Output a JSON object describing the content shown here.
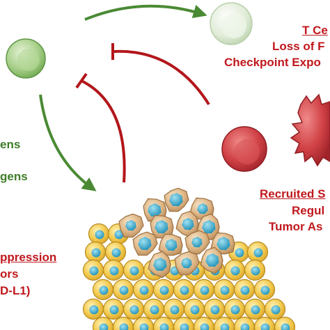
{
  "t_cell_label": {
    "title": "T Ce",
    "line1": "Loss of F",
    "line2": "Checkpoint Expo"
  },
  "recruited_label": {
    "title": "Recruited S",
    "line1": "Regul",
    "line2": "Tumor As"
  },
  "suppression_label": {
    "title": "ppression",
    "line1": "ors",
    "line2": "D-L1)"
  },
  "antigen_labels": {
    "line1": "ens",
    "line2": "gens"
  },
  "colors": {
    "green_arrow": "#4a8a34",
    "red_inhibit": "#b3161b",
    "t_cell_fill": "#dcead0",
    "immune_cell_fill": "#9cc77d",
    "regulatory_cell_fill": "#cf3b3e",
    "tumor_cell_fill": "#f3c64a",
    "tumor_nucleus": "#2a9fc2",
    "irregular_cell_fill": "#d9b07c"
  },
  "icons": [
    "immune-cell-icon",
    "t-cell-icon",
    "regulatory-cell-icon",
    "suppressor-cell-icon",
    "tumor-mass-icon"
  ]
}
